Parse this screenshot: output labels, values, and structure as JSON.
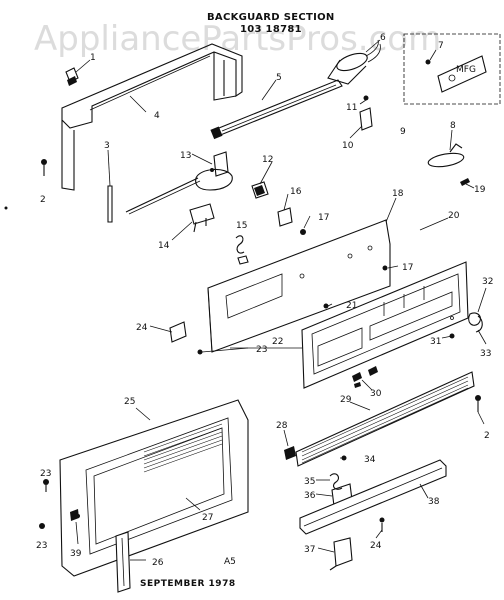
{
  "diagram": {
    "title": "BACKGUARD SECTION",
    "part_number": "103 18781",
    "watermark": "AppliancePartsPros.com",
    "page_code": "A5",
    "date": "SEPTEMBER 1978",
    "callouts": [
      "1",
      "2",
      "3",
      "4",
      "5",
      "6",
      "7",
      "8",
      "9",
      "10",
      "11",
      "12",
      "13",
      "14",
      "15",
      "16",
      "17",
      "17",
      "18",
      "19",
      "20",
      "21",
      "2",
      "22",
      "23",
      "24",
      "25",
      "26",
      "27",
      "28",
      "29",
      "30",
      "31",
      "32",
      "33",
      "34",
      "35",
      "36",
      "37",
      "38",
      "23",
      "23",
      "24",
      "39"
    ]
  }
}
